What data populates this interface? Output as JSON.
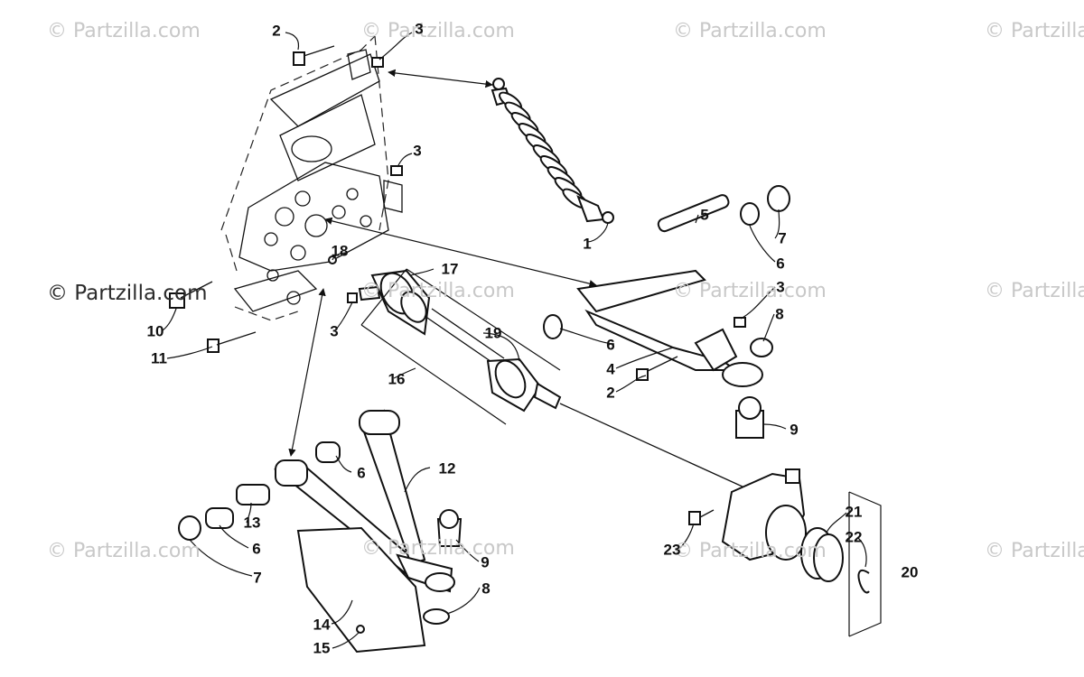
{
  "watermarks": [
    "© Partzilla.com",
    "© Partzilla.com"
  ],
  "callouts": [
    "1",
    "2",
    "2",
    "3",
    "3",
    "3",
    "3",
    "4",
    "5",
    "6",
    "6",
    "6",
    "6",
    "7",
    "7",
    "8",
    "8",
    "9",
    "9",
    "10",
    "11",
    "12",
    "13",
    "14",
    "15",
    "16",
    "17",
    "18",
    "19",
    "20",
    "21",
    "22",
    "23"
  ]
}
